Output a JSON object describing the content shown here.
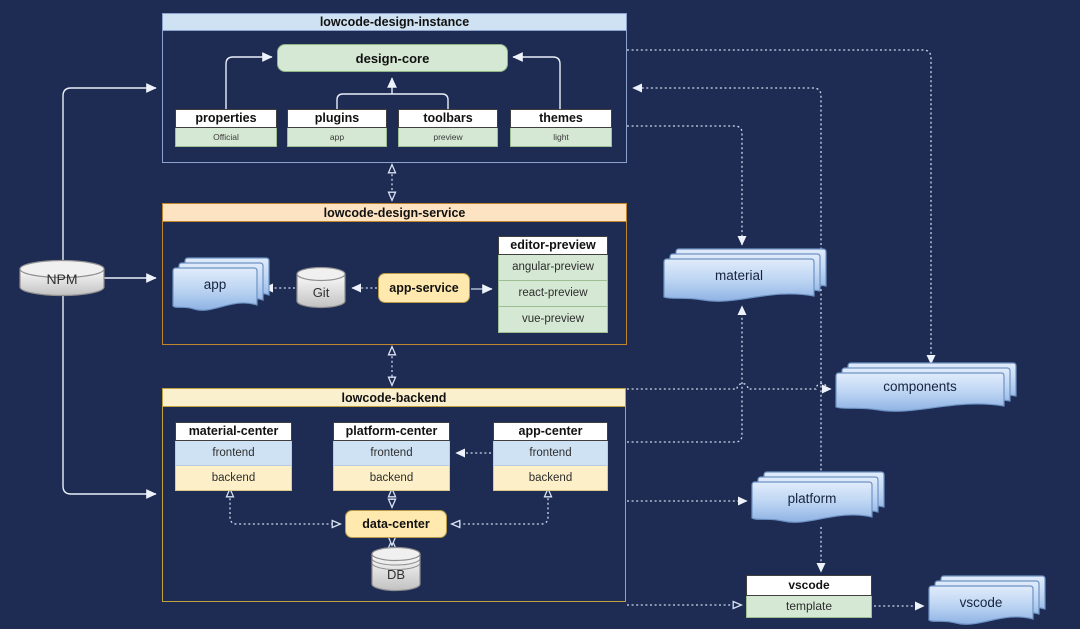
{
  "diagram": {
    "instance": {
      "title": "lowcode-design-instance",
      "core": "design-core",
      "modules": [
        {
          "name": "properties",
          "tag": "Official"
        },
        {
          "name": "plugins",
          "tag": "app"
        },
        {
          "name": "toolbars",
          "tag": "preview"
        },
        {
          "name": "themes",
          "tag": "light"
        }
      ]
    },
    "service": {
      "title": "lowcode-design-service",
      "app_stack": "app",
      "git": "Git",
      "app_service": "app-service",
      "editor_preview": {
        "title": "editor-preview",
        "rows": [
          "angular-preview",
          "react-preview",
          "vue-preview"
        ]
      }
    },
    "backend": {
      "title": "lowcode-backend",
      "centers": [
        {
          "title": "material-center",
          "rows": [
            "frontend",
            "backend"
          ]
        },
        {
          "title": "platform-center",
          "rows": [
            "frontend",
            "backend"
          ]
        },
        {
          "title": "app-center",
          "rows": [
            "frontend",
            "backend"
          ]
        }
      ],
      "data_center": "data-center",
      "db": "DB"
    },
    "npm": "NPM",
    "artifacts": {
      "material": "material",
      "components": "components",
      "platform": "platform",
      "vscode": "vscode"
    },
    "vscode_box": {
      "title": "vscode",
      "row": "template"
    },
    "colors": {
      "background": "#1e2c54",
      "green_fill": "#d5e8d4",
      "blue_header_fill": "#cfe2f3",
      "orange_header_fill": "#fde3c2",
      "yellow_header_fill": "#fdf0c8",
      "node_yellow_fill": "#ffe9ae",
      "doc_stack_blue": "#b9d2f0",
      "line_color": "#d7dfee"
    }
  }
}
